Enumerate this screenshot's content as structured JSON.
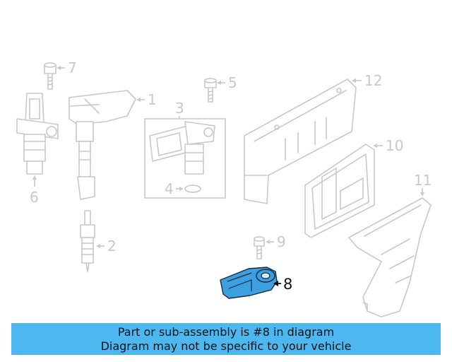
{
  "diagram": {
    "callouts": [
      {
        "id": "1",
        "label": "1"
      },
      {
        "id": "2",
        "label": "2"
      },
      {
        "id": "3",
        "label": "3"
      },
      {
        "id": "4",
        "label": "4"
      },
      {
        "id": "5",
        "label": "5"
      },
      {
        "id": "6",
        "label": "6"
      },
      {
        "id": "7",
        "label": "7"
      },
      {
        "id": "8",
        "label": "8"
      },
      {
        "id": "9",
        "label": "9"
      },
      {
        "id": "10",
        "label": "10"
      },
      {
        "id": "11",
        "label": "11"
      },
      {
        "id": "12",
        "label": "12"
      }
    ],
    "highlighted_part": "8",
    "colors": {
      "highlight_fill": "#3b9fe0",
      "banner": "#4db8f0",
      "part_outline": "#c8c8c8"
    }
  },
  "banner": {
    "line1": "Part or sub-assembly is #8 in diagram",
    "line2": "Diagram may not be specific to your vehicle"
  }
}
